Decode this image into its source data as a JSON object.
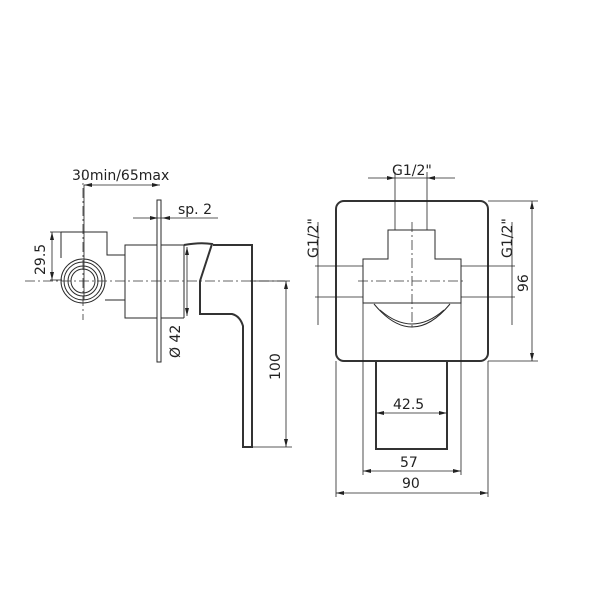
{
  "side_view": {
    "dim_depth": "30min/65max",
    "dim_thickness": "sp. 2",
    "dim_height_offset": "29.5",
    "dim_diameter": "Ø 42",
    "dim_lever_length": "100"
  },
  "front_view": {
    "dim_top_thread": "G1/2\"",
    "dim_left_thread": "G1/2\"",
    "dim_right_thread": "G1/2\"",
    "dim_plate_height": "96",
    "dim_lever_inner_width": "42.5",
    "dim_lever_outer_width": "57",
    "dim_plate_width": "90"
  }
}
